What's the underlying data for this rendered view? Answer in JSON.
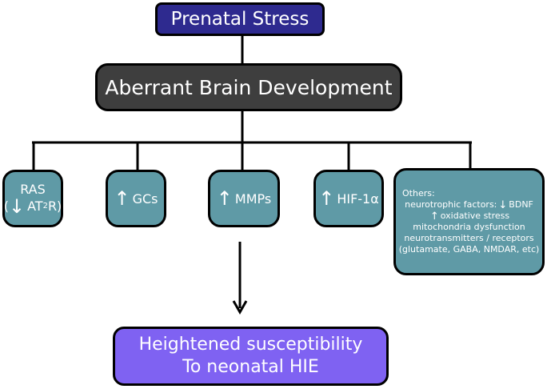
{
  "nodes": {
    "prenatal_stress": "Prenatal Stress",
    "aberrant_brain_development": "Aberrant Brain Development",
    "ras": {
      "line1": "RAS",
      "open_paren": "(",
      "arrow": "↓",
      "at2r_prefix": "AT",
      "at2r_sub": "2",
      "at2r_suffix": "R)"
    },
    "gcs": {
      "arrow": "↑",
      "label": "GCs"
    },
    "mmps": {
      "arrow": "↑",
      "label": "MMPs"
    },
    "hif": {
      "arrow": "↑",
      "label": "HIF-1α"
    },
    "others": {
      "title": "Others:",
      "neurotrophic_label": "neurotrophic factors:",
      "neurotrophic_arrow": "↓",
      "neurotrophic_value": "BDNF",
      "oxidative_arrow": "↑",
      "oxidative_label": "oxidative stress",
      "mitochondria": "mitochondria dysfunction",
      "neurotransmitters": "neurotransmitters / receptors",
      "examples": "(glutamate, GABA, NMDAR, etc)"
    },
    "outcome": {
      "line1": "Heightened susceptibility",
      "line2": "To neonatal HIE"
    }
  },
  "colors": {
    "top_box": "#2e2a8f",
    "middle_box": "#3e3e3e",
    "factor_boxes": "#5f9aa6",
    "outcome_box": "#7f62f2",
    "connectors": "#000000"
  }
}
